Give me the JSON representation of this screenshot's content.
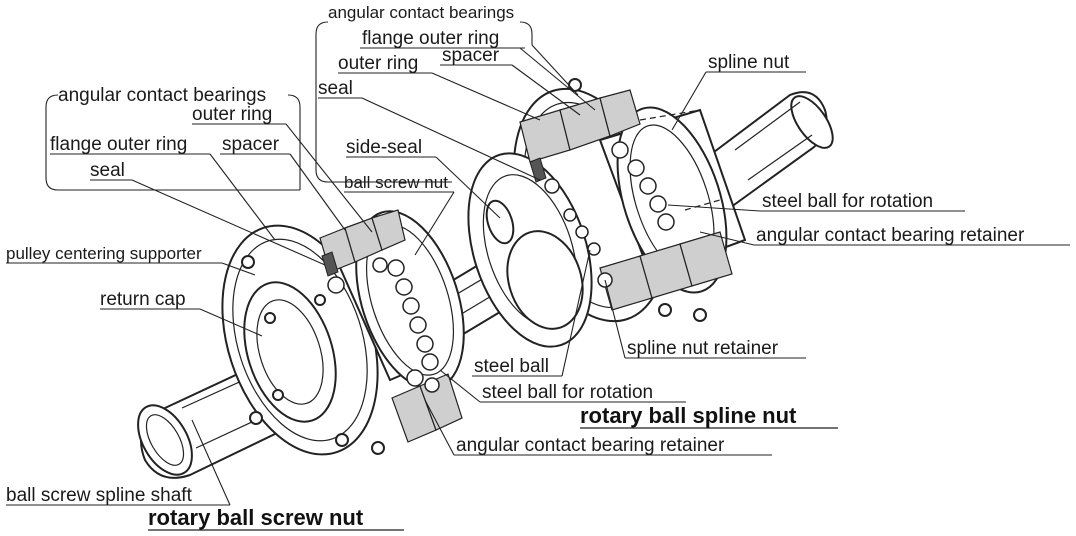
{
  "labels": {
    "acb_right_group": "angular contact bearings",
    "flange_outer_ring_right": "flange outer ring",
    "outer_ring_right": "outer ring",
    "spacer_right": "spacer",
    "seal_right": "seal",
    "spline_nut": "spline nut",
    "acb_left_group": "angular contact bearings",
    "outer_ring_left": "outer ring",
    "flange_outer_ring_left": "flange outer ring",
    "spacer_left": "spacer",
    "seal_left": "seal",
    "side_seal": "side-seal",
    "ball_screw_nut": "ball screw nut",
    "steel_ball_rotation_right": "steel ball for rotation",
    "acb_retainer_right": "angular contact bearing retainer",
    "pulley_centering_supporter": "pulley centering supporter",
    "return_cap": "return cap",
    "spline_nut_retainer": "spline nut retainer",
    "steel_ball": "steel ball",
    "steel_ball_rotation_left": "steel ball for rotation",
    "acb_retainer_left": "angular contact bearing retainer",
    "ball_screw_spline_shaft": "ball screw spline shaft"
  },
  "titles": {
    "rotary_ball_spline_nut": "rotary ball spline nut",
    "rotary_ball_screw_nut": "rotary ball screw nut"
  }
}
